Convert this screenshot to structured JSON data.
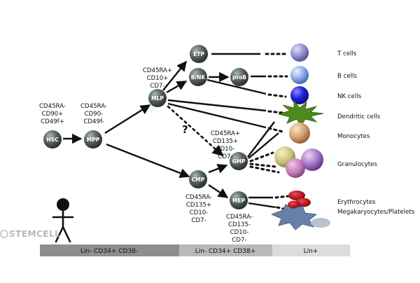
{
  "nodes": {
    "hsc": "HSC",
    "mpp": "MPP",
    "mlp": "MLP",
    "etp": "ETP",
    "bnk": "B/NK",
    "prob": "proB",
    "cmp": "CMP",
    "gmp": "GMP",
    "mep": "MEP"
  },
  "markers": {
    "hsc": [
      "CD45RA-",
      "CD90+",
      "CD49f+"
    ],
    "mpp": [
      "CD45RA-",
      "CD90-",
      "CD49f-"
    ],
    "mlp": [
      "CD45RA+",
      "CD10+",
      "CD7-"
    ],
    "gmp": [
      "CD45RA+",
      "CD135+",
      "CD10-",
      "CD7-"
    ],
    "cmp": [
      "CD45RA-",
      "CD135+",
      "CD10-",
      "CD7-"
    ],
    "mep": [
      "CD45RA-",
      "CD135-",
      "CD10-",
      "CD7-"
    ]
  },
  "uncertain_mark": "?",
  "cell_types": {
    "t": "T cells",
    "b": "B cells",
    "nk": "NK cells",
    "dc": "Dendritic cells",
    "mono": "Monocytes",
    "gran": "Granulocytes",
    "ery": "Erythrocytes",
    "mk": "Megakaryocytes/Platelets"
  },
  "phenotype_bar": [
    "Lin- CD34+ CD38-",
    "Lin- CD34+ CD38+",
    "Lin+"
  ],
  "brand": "STEMCELL",
  "colors": {
    "node": "#4d5654",
    "arrow": "#111111",
    "bar_dark": "#8e8e8e",
    "bar_mid": "#b9b9b9",
    "bar_light": "#dcdcdc",
    "t_cell": "#7b7dc4",
    "b_cell": "#7f9fe0",
    "nk_cell": "#2a2ad6",
    "monocyte": "#d8a877",
    "erythrocyte": "#b3141d",
    "megakaryocyte": "#6880a8",
    "dendritic": "#4d8a1c"
  },
  "icons": [
    "person-icon"
  ]
}
